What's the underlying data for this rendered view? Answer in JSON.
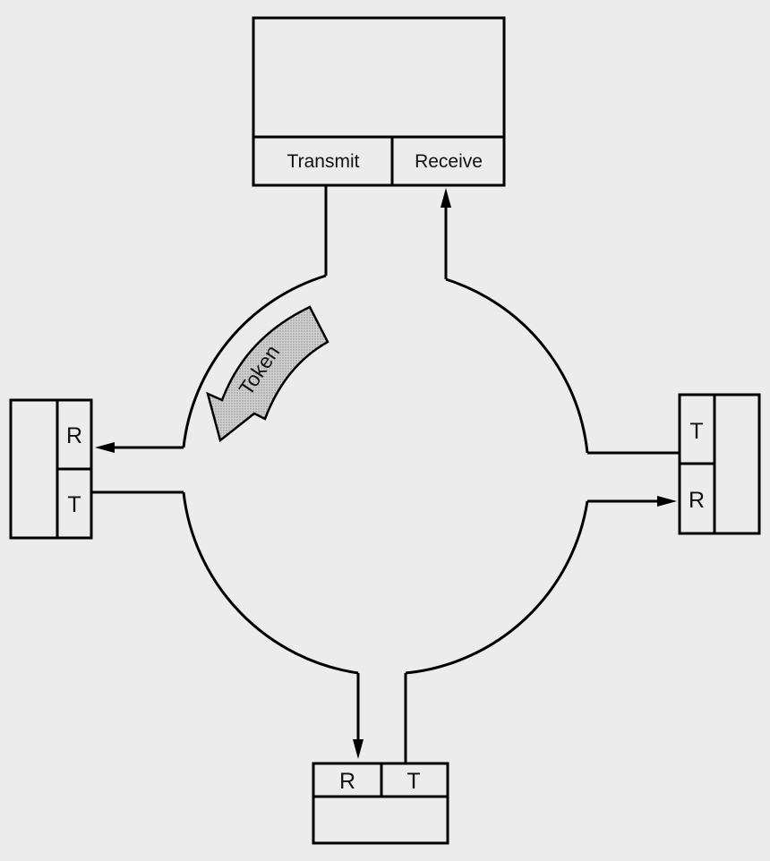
{
  "colors": {
    "background": "#ececec",
    "stroke": "#000000",
    "token_fill": "#c8c8c8"
  },
  "stations": {
    "top": {
      "transmit_label": "Transmit",
      "receive_label": "Receive"
    },
    "left": {
      "receive_label": "R",
      "transmit_label": "T"
    },
    "right": {
      "transmit_label": "T",
      "receive_label": "R"
    },
    "bottom": {
      "receive_label": "R",
      "transmit_label": "T"
    }
  },
  "token": {
    "label": "Token"
  }
}
